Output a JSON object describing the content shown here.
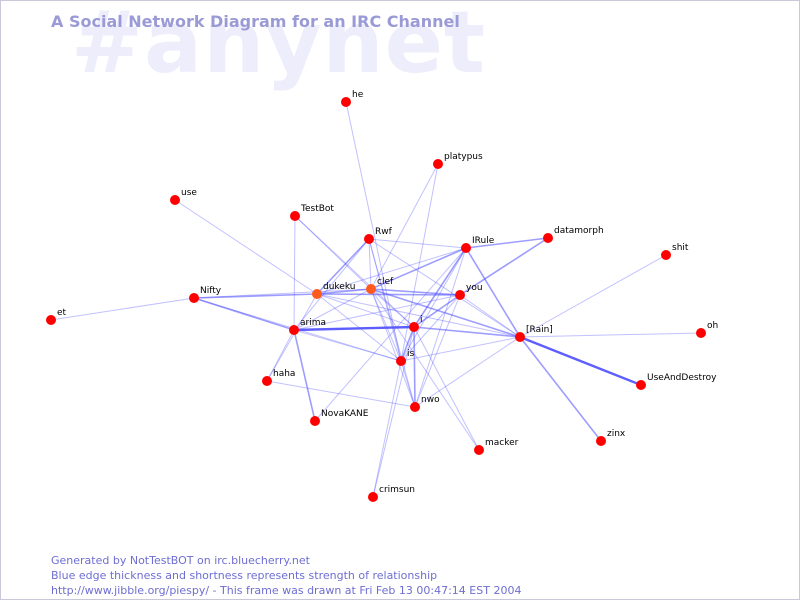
{
  "watermark": "#anynet",
  "title": "A Social Network Diagram for an IRC Channel",
  "footer": {
    "line1": "Generated by NotTestBOT on irc.bluecherry.net",
    "line2": "Blue edge thickness and shortness represents strength of relationship",
    "line3": "http://www.jibble.org/piespy/ - This frame was drawn at Fri Feb 13 00:47:14 EST 2004"
  },
  "colors": {
    "node": "#ff0000",
    "node_highlight": "#ff5a1e",
    "edge": "#4d4dff",
    "title": "#9a9ad6",
    "footer": "#6e6ed2",
    "watermark": "#ededfb"
  },
  "nodes": [
    {
      "id": "he",
      "label": "he"
    },
    {
      "id": "platypus",
      "label": "platypus"
    },
    {
      "id": "use",
      "label": "use"
    },
    {
      "id": "TestBot",
      "label": "TestBot"
    },
    {
      "id": "Rwf",
      "label": "Rwf"
    },
    {
      "id": "IRule",
      "label": "IRule"
    },
    {
      "id": "datamorph",
      "label": "datamorph"
    },
    {
      "id": "shit",
      "label": "shit"
    },
    {
      "id": "Nifty",
      "label": "Nifty"
    },
    {
      "id": "dukeku",
      "label": "dukeku",
      "highlight": true
    },
    {
      "id": "clef",
      "label": "clef",
      "highlight": true
    },
    {
      "id": "you",
      "label": "you"
    },
    {
      "id": "et",
      "label": "et"
    },
    {
      "id": "arima",
      "label": "arima"
    },
    {
      "id": "i",
      "label": "i"
    },
    {
      "id": "Rain",
      "label": "[Rain]"
    },
    {
      "id": "oh",
      "label": "oh"
    },
    {
      "id": "is",
      "label": "is"
    },
    {
      "id": "haha",
      "label": "haha"
    },
    {
      "id": "UseAndDestroy",
      "label": "UseAndDestroy"
    },
    {
      "id": "nwo",
      "label": "nwo"
    },
    {
      "id": "NovaKANE",
      "label": "NovaKANE"
    },
    {
      "id": "zinx",
      "label": "zinx"
    },
    {
      "id": "macker",
      "label": "macker"
    },
    {
      "id": "crimsun",
      "label": "crimsun"
    }
  ],
  "edges": [
    {
      "from": "Rain",
      "to": "UseAndDestroy",
      "weight": 3
    },
    {
      "from": "he",
      "to": "is",
      "weight": 1
    },
    {
      "from": "platypus",
      "to": "clef",
      "weight": 1
    },
    {
      "from": "platypus",
      "to": "is",
      "weight": 1
    },
    {
      "from": "use",
      "to": "dukeku",
      "weight": 1
    },
    {
      "from": "TestBot",
      "to": "clef",
      "weight": 1
    },
    {
      "from": "TestBot",
      "to": "arima",
      "weight": 1
    },
    {
      "from": "TestBot",
      "to": "i",
      "weight": 1
    },
    {
      "from": "Rwf",
      "to": "dukeku",
      "weight": 2
    },
    {
      "from": "Rwf",
      "to": "clef",
      "weight": 1
    },
    {
      "from": "Rwf",
      "to": "IRule",
      "weight": 1
    },
    {
      "from": "Rwf",
      "to": "arima",
      "weight": 1
    },
    {
      "from": "Rwf",
      "to": "Rain",
      "weight": 1
    },
    {
      "from": "Rwf",
      "to": "is",
      "weight": 1
    },
    {
      "from": "Rwf",
      "to": "nwo",
      "weight": 1
    },
    {
      "from": "IRule",
      "to": "datamorph",
      "weight": 2
    },
    {
      "from": "IRule",
      "to": "clef",
      "weight": 2
    },
    {
      "from": "IRule",
      "to": "i",
      "weight": 2
    },
    {
      "from": "IRule",
      "to": "Rain",
      "weight": 2
    },
    {
      "from": "IRule",
      "to": "is",
      "weight": 1
    },
    {
      "from": "IRule",
      "to": "NovaKANE",
      "weight": 1
    },
    {
      "from": "IRule",
      "to": "nwo",
      "weight": 1
    },
    {
      "from": "IRule",
      "to": "dukeku",
      "weight": 1
    },
    {
      "from": "datamorph",
      "to": "you",
      "weight": 2
    },
    {
      "from": "shit",
      "to": "Rain",
      "weight": 1
    },
    {
      "from": "Nifty",
      "to": "et",
      "weight": 1
    },
    {
      "from": "Nifty",
      "to": "dukeku",
      "weight": 2
    },
    {
      "from": "Nifty",
      "to": "arima",
      "weight": 2
    },
    {
      "from": "Nifty",
      "to": "clef",
      "weight": 1
    },
    {
      "from": "Nifty",
      "to": "is",
      "weight": 1
    },
    {
      "from": "dukeku",
      "to": "clef",
      "weight": 2
    },
    {
      "from": "dukeku",
      "to": "you",
      "weight": 2
    },
    {
      "from": "dukeku",
      "to": "i",
      "weight": 1
    },
    {
      "from": "dukeku",
      "to": "Rain",
      "weight": 1
    },
    {
      "from": "dukeku",
      "to": "is",
      "weight": 1
    },
    {
      "from": "dukeku",
      "to": "haha",
      "weight": 1
    },
    {
      "from": "clef",
      "to": "you",
      "weight": 2
    },
    {
      "from": "clef",
      "to": "arima",
      "weight": 1
    },
    {
      "from": "clef",
      "to": "i",
      "weight": 1
    },
    {
      "from": "clef",
      "to": "Rain",
      "weight": 2
    },
    {
      "from": "clef",
      "to": "is",
      "weight": 1
    },
    {
      "from": "clef",
      "to": "nwo",
      "weight": 1
    },
    {
      "from": "clef",
      "to": "macker",
      "weight": 1
    },
    {
      "from": "you",
      "to": "arima",
      "weight": 1
    },
    {
      "from": "you",
      "to": "i",
      "weight": 2
    },
    {
      "from": "you",
      "to": "is",
      "weight": 1
    },
    {
      "from": "you",
      "to": "Rain",
      "weight": 1
    },
    {
      "from": "you",
      "to": "nwo",
      "weight": 1
    },
    {
      "from": "arima",
      "to": "i",
      "weight": 3
    },
    {
      "from": "arima",
      "to": "is",
      "weight": 1
    },
    {
      "from": "arima",
      "to": "haha",
      "weight": 1
    },
    {
      "from": "arima",
      "to": "NovaKANE",
      "weight": 2
    },
    {
      "from": "i",
      "to": "Rain",
      "weight": 2
    },
    {
      "from": "i",
      "to": "is",
      "weight": 2
    },
    {
      "from": "i",
      "to": "nwo",
      "weight": 2
    },
    {
      "from": "i",
      "to": "macker",
      "weight": 1
    },
    {
      "from": "i",
      "to": "crimsun",
      "weight": 1
    },
    {
      "from": "Rain",
      "to": "oh",
      "weight": 1
    },
    {
      "from": "Rain",
      "to": "zinx",
      "weight": 2
    },
    {
      "from": "Rain",
      "to": "is",
      "weight": 1
    },
    {
      "from": "Rain",
      "to": "nwo",
      "weight": 1
    },
    {
      "from": "is",
      "to": "nwo",
      "weight": 1
    },
    {
      "from": "is",
      "to": "crimsun",
      "weight": 1
    },
    {
      "from": "haha",
      "to": "nwo",
      "weight": 1
    }
  ]
}
